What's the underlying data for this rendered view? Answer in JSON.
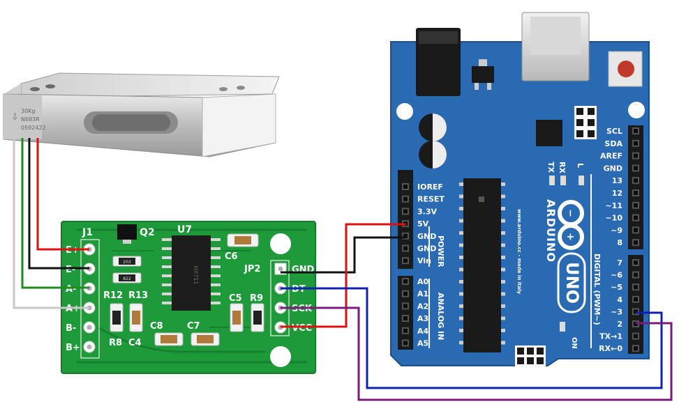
{
  "load_cell": {
    "lines": [
      "30Kg",
      "N683R",
      "0592422"
    ]
  },
  "hx711": {
    "j1": "J1",
    "q2": "Q2",
    "u7": "U7",
    "c6": "C6",
    "jp2": "JP2",
    "r12": "R12",
    "r13": "R13",
    "c5": "C5",
    "r9": "R9",
    "r8": "R8",
    "c4": "C4",
    "c8": "C8",
    "c7": "C7",
    "chip_text": "HX711",
    "left_pins": [
      "E+",
      "E-",
      "A-",
      "A+",
      "B-",
      "B+"
    ],
    "right_pins": [
      "GND",
      "DT",
      "SCK",
      "VCC"
    ],
    "res_codes": [
      "203",
      "822"
    ]
  },
  "arduino": {
    "logo_text": "ARDUINO",
    "model": "UNO",
    "website": "www.arduino.cc - made in italy",
    "power_header": [
      "IOREF",
      "RESET",
      "3.3V",
      "5V",
      "GND",
      "GND",
      "Vin"
    ],
    "power_label": "POWER",
    "analog_header": [
      "A0",
      "A1",
      "A2",
      "A3",
      "A4",
      "A5"
    ],
    "analog_label": "ANALOG IN",
    "digital_top": [
      "SCL",
      "SDA",
      "AREF",
      "GND",
      "13",
      "12",
      "~11",
      "~10",
      "~9",
      "8"
    ],
    "digital_bottom": [
      "7",
      "~6",
      "~5",
      "4",
      "~3",
      "2",
      "TX→1",
      "RX←0"
    ],
    "digital_label": "DIGITAL (PWM~)",
    "tx": "TX",
    "rx": "RX",
    "l": "L",
    "on": "ON"
  },
  "colors": {
    "wire_red": "#e01010",
    "wire_black": "#111111",
    "wire_green": "#1f8a1f",
    "wire_white": "#c8c8c8",
    "wire_blue": "#1020b0",
    "wire_purple": "#7a1a7a",
    "pcb_green": "#1e9a3a",
    "arduino_blue": "#2a6ab2"
  }
}
